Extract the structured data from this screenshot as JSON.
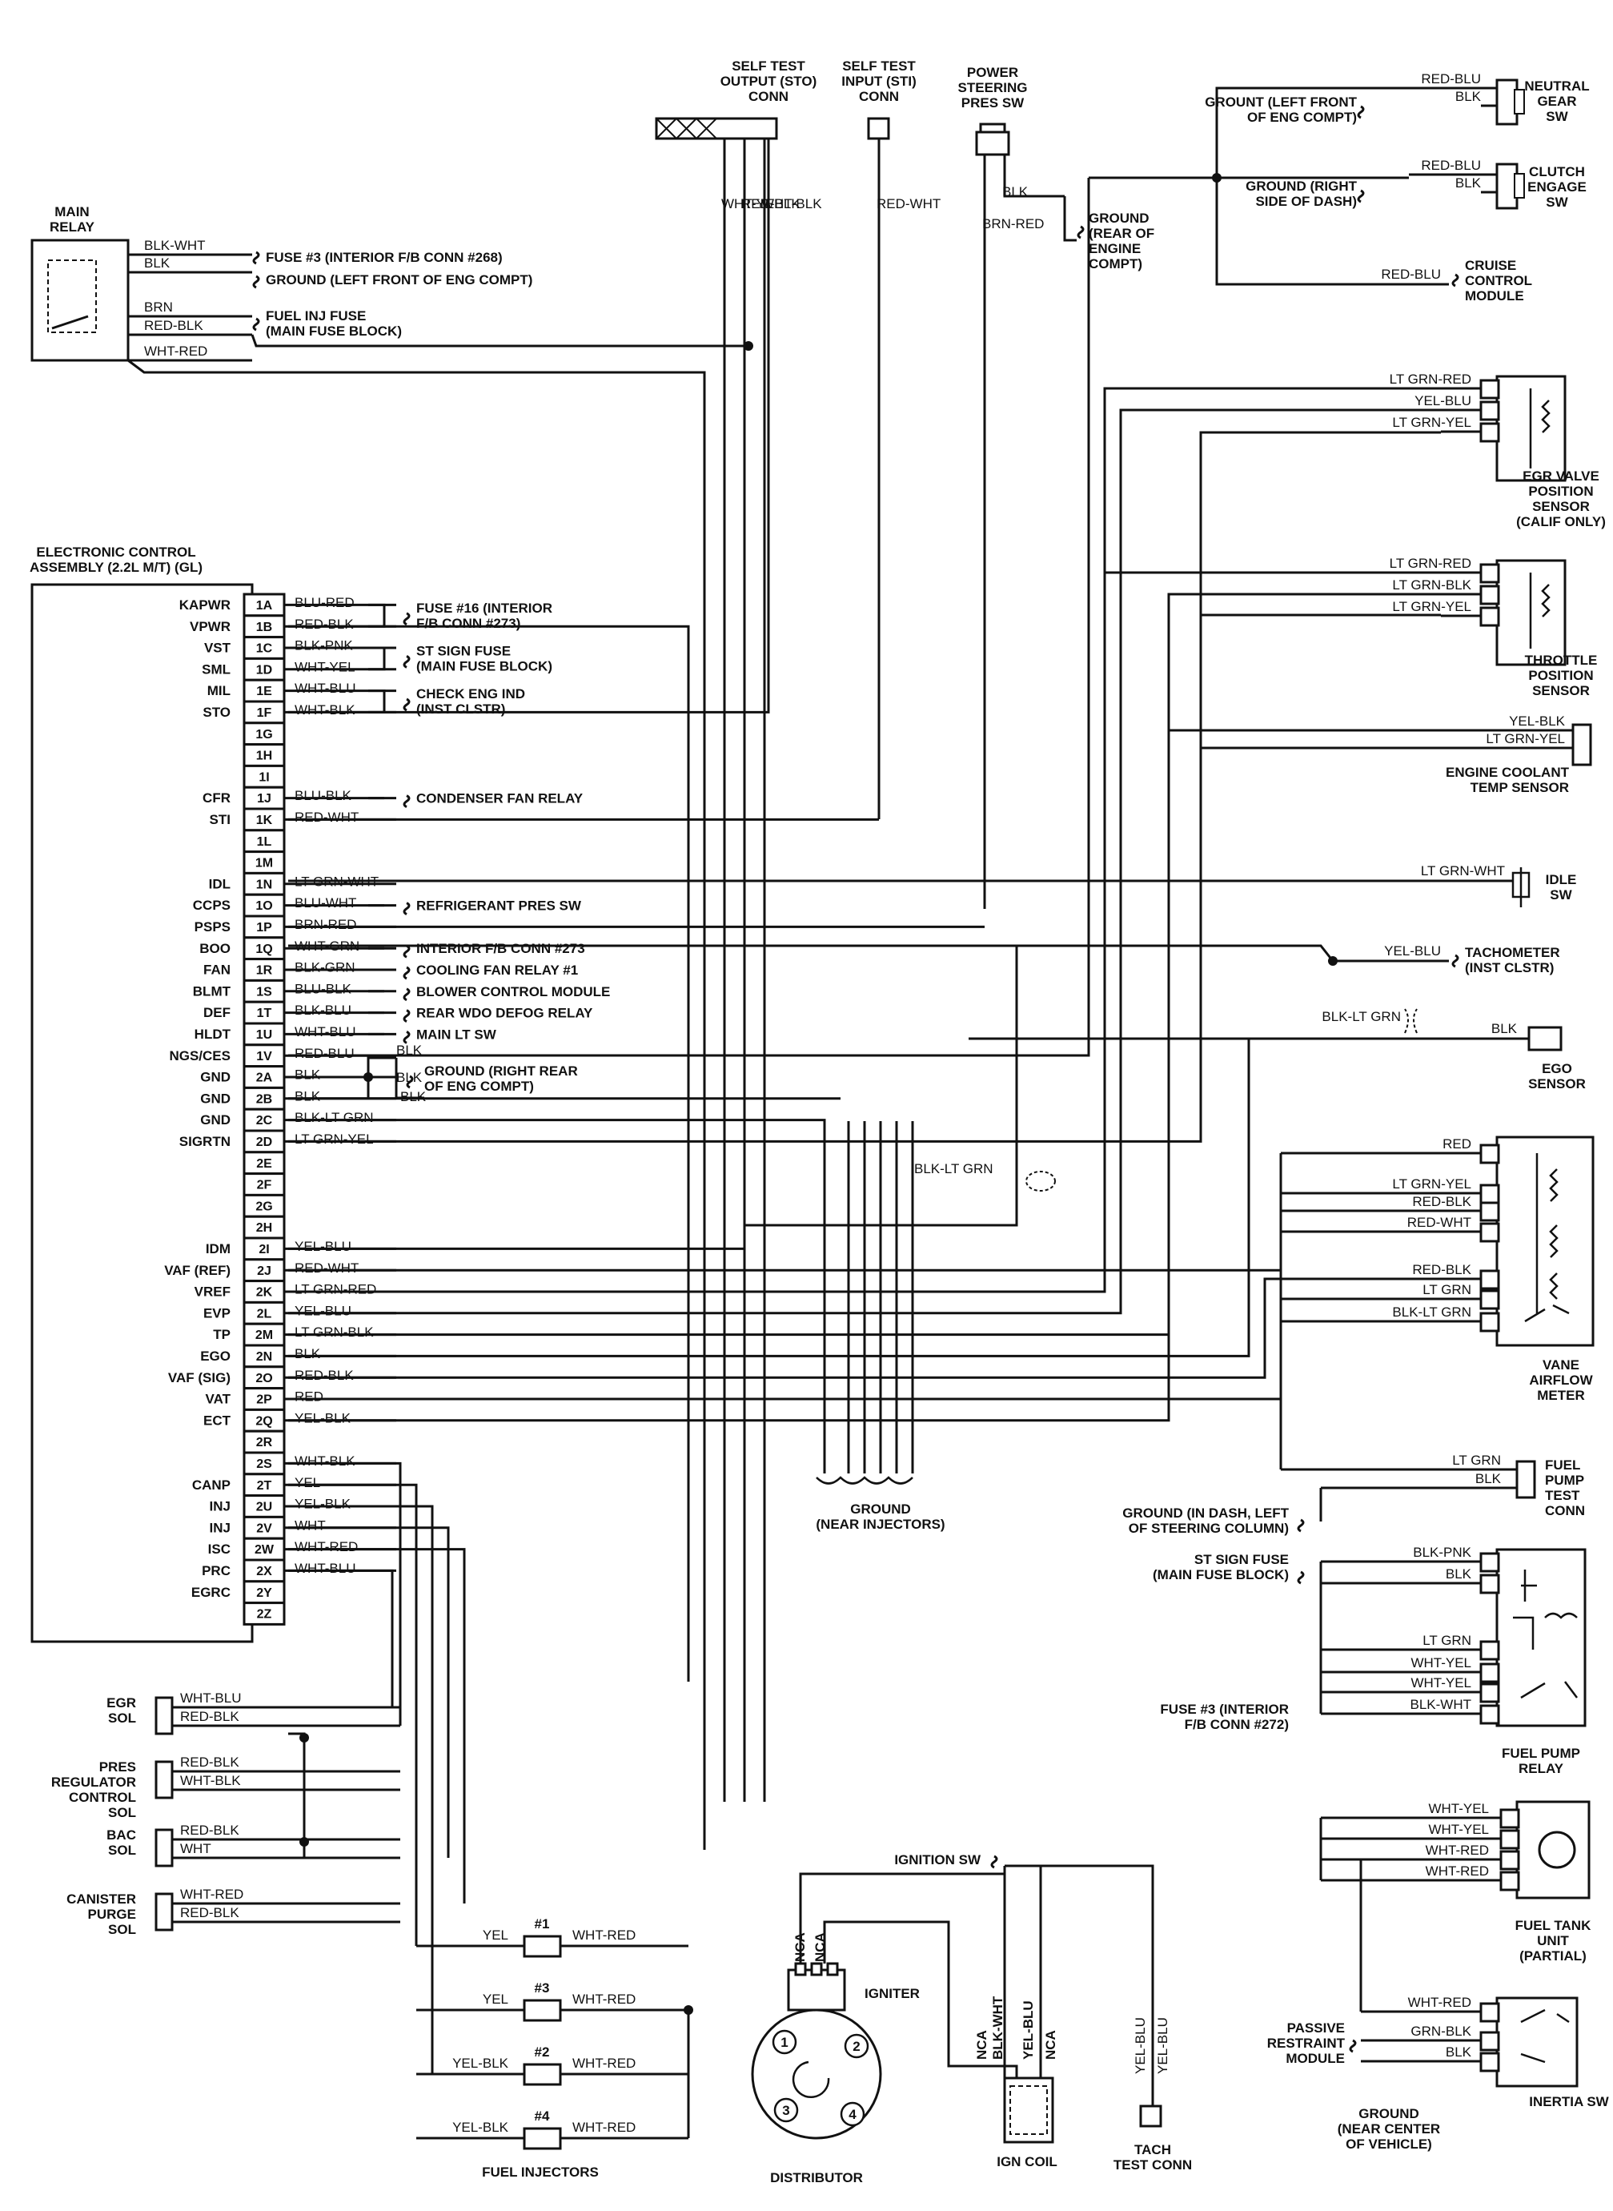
{
  "ecu": {
    "title": [
      "ELECTRONIC CONTROL",
      "ASSEMBLY (2.2L M/T) (GL)"
    ],
    "pins": [
      {
        "sig": "KAPWR",
        "pin": "1A",
        "wire": "BLU-RED"
      },
      {
        "sig": "VPWR",
        "pin": "1B",
        "wire": "RED-BLK"
      },
      {
        "sig": "VST",
        "pin": "1C",
        "wire": "BLK-PNK"
      },
      {
        "sig": "SML",
        "pin": "1D",
        "wire": "WHT-YEL"
      },
      {
        "sig": "MIL",
        "pin": "1E",
        "wire": "WHT-BLU"
      },
      {
        "sig": "STO",
        "pin": "1F",
        "wire": "WHT-BLK"
      },
      {
        "sig": "",
        "pin": "1G",
        "wire": ""
      },
      {
        "sig": "",
        "pin": "1H",
        "wire": ""
      },
      {
        "sig": "",
        "pin": "1I",
        "wire": ""
      },
      {
        "sig": "CFR",
        "pin": "1J",
        "wire": "BLU-BLK"
      },
      {
        "sig": "STI",
        "pin": "1K",
        "wire": "RED-WHT"
      },
      {
        "sig": "",
        "pin": "1L",
        "wire": ""
      },
      {
        "sig": "",
        "pin": "1M",
        "wire": ""
      },
      {
        "sig": "IDL",
        "pin": "1N",
        "wire": "LT GRN-WHT"
      },
      {
        "sig": "CCPS",
        "pin": "1O",
        "wire": "BLU-WHT"
      },
      {
        "sig": "PSPS",
        "pin": "1P",
        "wire": "BRN-RED"
      },
      {
        "sig": "BOO",
        "pin": "1Q",
        "wire": "WHT-GRN"
      },
      {
        "sig": "FAN",
        "pin": "1R",
        "wire": "BLK-GRN"
      },
      {
        "sig": "BLMT",
        "pin": "1S",
        "wire": "BLU-BLK"
      },
      {
        "sig": "DEF",
        "pin": "1T",
        "wire": "BLK-BLU"
      },
      {
        "sig": "HLDT",
        "pin": "1U",
        "wire": "WHT-BLU"
      },
      {
        "sig": "NGS/CES",
        "pin": "1V",
        "wire": "RED-BLU"
      },
      {
        "sig": "GND",
        "pin": "2A",
        "wire": "BLK"
      },
      {
        "sig": "GND",
        "pin": "2B",
        "wire": "BLK"
      },
      {
        "sig": "GND",
        "pin": "2C",
        "wire": "BLK-LT GRN"
      },
      {
        "sig": "SIGRTN",
        "pin": "2D",
        "wire": "LT GRN-YEL"
      },
      {
        "sig": "",
        "pin": "2E",
        "wire": ""
      },
      {
        "sig": "",
        "pin": "2F",
        "wire": ""
      },
      {
        "sig": "",
        "pin": "2G",
        "wire": ""
      },
      {
        "sig": "",
        "pin": "2H",
        "wire": ""
      },
      {
        "sig": "IDM",
        "pin": "2I",
        "wire": "YEL-BLU"
      },
      {
        "sig": "VAF (REF)",
        "pin": "2J",
        "wire": "RED-WHT"
      },
      {
        "sig": "VREF",
        "pin": "2K",
        "wire": "LT GRN-RED"
      },
      {
        "sig": "EVP",
        "pin": "2L",
        "wire": "YEL-BLU"
      },
      {
        "sig": "TP",
        "pin": "2M",
        "wire": "LT GRN-BLK"
      },
      {
        "sig": "EGO",
        "pin": "2N",
        "wire": "BLK"
      },
      {
        "sig": "VAF (SIG)",
        "pin": "2O",
        "wire": "RED-BLK"
      },
      {
        "sig": "VAT",
        "pin": "2P",
        "wire": "RED"
      },
      {
        "sig": "ECT",
        "pin": "2Q",
        "wire": "YEL-BLK"
      },
      {
        "sig": "",
        "pin": "2R",
        "wire": ""
      },
      {
        "sig": "",
        "pin": "2S",
        "wire": "WHT-BLK"
      },
      {
        "sig": "CANP",
        "pin": "2T",
        "wire": "YEL"
      },
      {
        "sig": "INJ",
        "pin": "2U",
        "wire": "YEL-BLK"
      },
      {
        "sig": "INJ",
        "pin": "2V",
        "wire": "WHT"
      },
      {
        "sig": "ISC",
        "pin": "2W",
        "wire": "WHT-RED"
      },
      {
        "sig": "PRC",
        "pin": "2X",
        "wire": "WHT-BLU"
      },
      {
        "sig": "EGRC",
        "pin": "2Y",
        "wire": ""
      },
      {
        "sig": "",
        "pin": "2Z",
        "wire": ""
      }
    ],
    "ecu_dest": [
      {
        "row": 0,
        "text": [
          "FUSE #16 (INTERIOR",
          "F/B CONN #273)"
        ]
      },
      {
        "row": 2,
        "text": [
          "ST SIGN FUSE",
          "(MAIN FUSE BLOCK)"
        ]
      },
      {
        "row": 4,
        "text": [
          "CHECK ENG IND",
          "(INST CLSTR)"
        ]
      },
      {
        "row": 9,
        "text": [
          "CONDENSER FAN RELAY"
        ]
      },
      {
        "row": 14,
        "text": [
          "REFRIGERANT PRES SW"
        ]
      },
      {
        "row": 16,
        "text": [
          "INTERIOR F/B CONN #273"
        ]
      },
      {
        "row": 17,
        "text": [
          "COOLING FAN RELAY #1"
        ]
      },
      {
        "row": 18,
        "text": [
          "BLOWER CONTROL MODULE"
        ]
      },
      {
        "row": 19,
        "text": [
          "REAR WDO DEFOG RELAY"
        ]
      },
      {
        "row": 20,
        "text": [
          "MAIN LT SW"
        ]
      }
    ],
    "gnd_rr": [
      "GROUND (RIGHT REAR",
      "OF ENG COMPT)"
    ],
    "gnd_blk": "BLK"
  },
  "main_relay": {
    "title": [
      "MAIN",
      "RELAY"
    ],
    "wires": [
      "BLK-WHT",
      "BLK",
      "BRN",
      "RED-BLK",
      "WHT-RED"
    ],
    "dest": [
      [
        "FUSE #3 (INTERIOR F/B CONN #268)"
      ],
      [
        "GROUND (LEFT FRONT OF ENG COMPT)"
      ],
      [
        "FUEL INJ FUSE",
        "(MAIN FUSE BLOCK)"
      ]
    ]
  },
  "sto": {
    "title": [
      "SELF TEST",
      "OUTPUT (STO)",
      "CONN"
    ],
    "wires": [
      "WHT-YEL",
      "RED-BLK",
      "WHT-BLK"
    ]
  },
  "sti": {
    "title": [
      "SELF TEST",
      "INPUT (STI)",
      "CONN"
    ],
    "wire": "RED-WHT"
  },
  "pssw": {
    "title": [
      "POWER",
      "STEERING",
      "PRES SW"
    ],
    "wires": [
      "BRN-RED",
      "BLK"
    ]
  },
  "gnd_rear": [
    "GROUND",
    "(REAR OF",
    "ENGINE",
    "COMPT)"
  ],
  "neutral": {
    "title": [
      "NEUTRAL",
      "GEAR",
      "SW"
    ],
    "wires": [
      "RED-BLU",
      "BLK"
    ],
    "gnd": [
      "GROUNT (LEFT FRONT",
      "OF ENG COMPT)"
    ]
  },
  "clutch": {
    "title": [
      "CLUTCH",
      "ENGAGE",
      "SW"
    ],
    "wires": [
      "RED-BLU",
      "BLK"
    ],
    "gnd": [
      "GROUND (RIGHT",
      "SIDE OF DASH)"
    ]
  },
  "cruise": {
    "title": [
      "CRUISE",
      "CONTROL",
      "MODULE"
    ],
    "wire": "RED-BLU"
  },
  "egr_sensor": {
    "title": [
      "EGR VALVE",
      "POSITION",
      "SENSOR",
      "(CALIF ONLY)"
    ],
    "wires": [
      "LT GRN-RED",
      "YEL-BLU",
      "LT GRN-YEL"
    ]
  },
  "tps": {
    "title": [
      "THROTTLE",
      "POSITION",
      "SENSOR"
    ],
    "wires": [
      "LT GRN-RED",
      "LT GRN-BLK",
      "LT GRN-YEL"
    ]
  },
  "ect": {
    "title": [
      "ENGINE COOLANT",
      "TEMP SENSOR"
    ],
    "wires": [
      "YEL-BLK",
      "LT GRN-YEL"
    ]
  },
  "idle": {
    "title": [
      "IDLE",
      "SW"
    ],
    "wire": "LT GRN-WHT"
  },
  "tach": {
    "title": [
      "TACHOMETER",
      "(INST CLSTR)"
    ],
    "wire": "YEL-BLU"
  },
  "ego": {
    "title": [
      "EGO",
      "SENSOR"
    ],
    "wires": [
      "BLK-LT GRN",
      "BLK"
    ]
  },
  "vam": {
    "title": [
      "VANE",
      "AIRFLOW",
      "METER"
    ],
    "wires": [
      "RED",
      "LT GRN-YEL",
      "RED-BLK",
      "RED-WHT",
      "RED-BLK",
      "LT GRN",
      "BLK-LT GRN"
    ]
  },
  "gnd_inj": {
    "title": [
      "GROUND",
      "(NEAR INJECTORS)"
    ],
    "wire": "BLK-LT GRN"
  },
  "fp_test": {
    "title": [
      "FUEL",
      "PUMP",
      "TEST",
      "CONN"
    ],
    "wires": [
      "LT GRN",
      "BLK"
    ]
  },
  "gnd_dash": [
    "GROUND (IN DASH, LEFT",
    "OF STEERING COLUMN)"
  ],
  "st_fuse": [
    "ST SIGN FUSE",
    "(MAIN FUSE BLOCK)"
  ],
  "fuse3": [
    "FUSE #3 (INTERIOR",
    "F/B CONN #272)"
  ],
  "fp_relay": {
    "title": [
      "FUEL PUMP",
      "RELAY"
    ],
    "wires": [
      "BLK-PNK",
      "BLK",
      "LT GRN",
      "WHT-YEL",
      "WHT-YEL",
      "BLK-WHT"
    ]
  },
  "fuel_tank": {
    "title": [
      "FUEL TANK",
      "UNIT",
      "(PARTIAL)"
    ],
    "wires": [
      "WHT-YEL",
      "WHT-YEL",
      "WHT-RED",
      "WHT-RED"
    ]
  },
  "inertia": {
    "title": [
      "INERTIA SW"
    ],
    "wires": [
      "WHT-RED",
      "GRN-BLK",
      "BLK"
    ]
  },
  "prm": [
    "PASSIVE",
    "RESTRAINT",
    "MODULE"
  ],
  "gnd_center": [
    "GROUND",
    "(NEAR CENTER",
    "OF VEHICLE)"
  ],
  "egr_sol": {
    "title": [
      "EGR",
      "SOL"
    ],
    "wires": [
      "WHT-BLU",
      "RED-BLK"
    ]
  },
  "prc_sol": {
    "title": [
      "PRES",
      "REGULATOR",
      "CONTROL",
      "SOL"
    ],
    "wires": [
      "RED-BLK",
      "WHT-BLK"
    ]
  },
  "bac_sol": {
    "title": [
      "BAC",
      "SOL"
    ],
    "wires": [
      "RED-BLK",
      "WHT"
    ]
  },
  "canp_sol": {
    "title": [
      "CANISTER",
      "PURGE",
      "SOL"
    ],
    "wires": [
      "WHT-RED",
      "RED-BLK"
    ]
  },
  "injectors": {
    "title": "FUEL INJECTORS",
    "items": [
      {
        "num": "#1",
        "left": "YEL",
        "right": "WHT-RED"
      },
      {
        "num": "#3",
        "left": "YEL",
        "right": "WHT-RED"
      },
      {
        "num": "#2",
        "left": "YEL-BLK",
        "right": "WHT-RED"
      },
      {
        "num": "#4",
        "left": "YEL-BLK",
        "right": "WHT-RED"
      }
    ]
  },
  "distributor": {
    "title": "DISTRIBUTOR",
    "igniter": "IGNITER",
    "nca": "NCA",
    "pins": [
      "1",
      "2",
      "3",
      "4"
    ]
  },
  "ign_sw": "IGNITION SW",
  "ign_coil": {
    "title": "IGN COIL",
    "wires": [
      "NCA",
      "BLK-WHT",
      "YEL-BLU",
      "NCA"
    ]
  },
  "tach_test": {
    "title": [
      "TACH",
      "TEST CONN"
    ],
    "wires": [
      "YEL-BLU",
      "YEL-BLU"
    ]
  }
}
